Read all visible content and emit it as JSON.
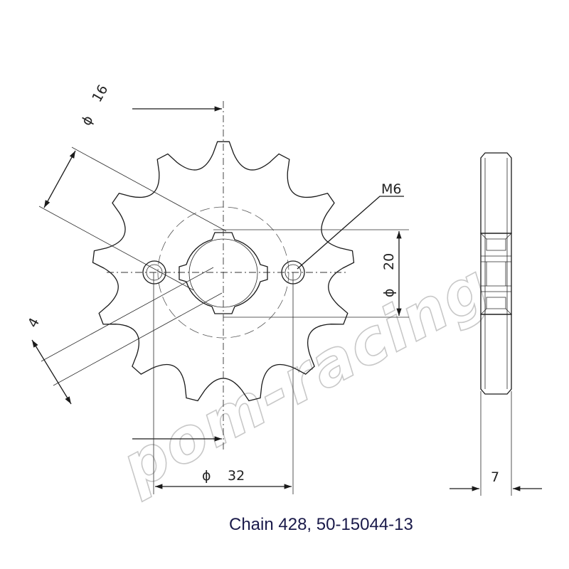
{
  "dimensions": {
    "bore_diameter": "16",
    "bolt_spacing": "20",
    "thread": "M6",
    "spline_thickness": "4",
    "outer_diameter": "32",
    "sprocket_width": "7",
    "diameter_symbol": "ϕ"
  },
  "caption": "Chain 428, 50-15044-13",
  "watermark": "pom-racing",
  "sprocket": {
    "teeth": 13
  }
}
